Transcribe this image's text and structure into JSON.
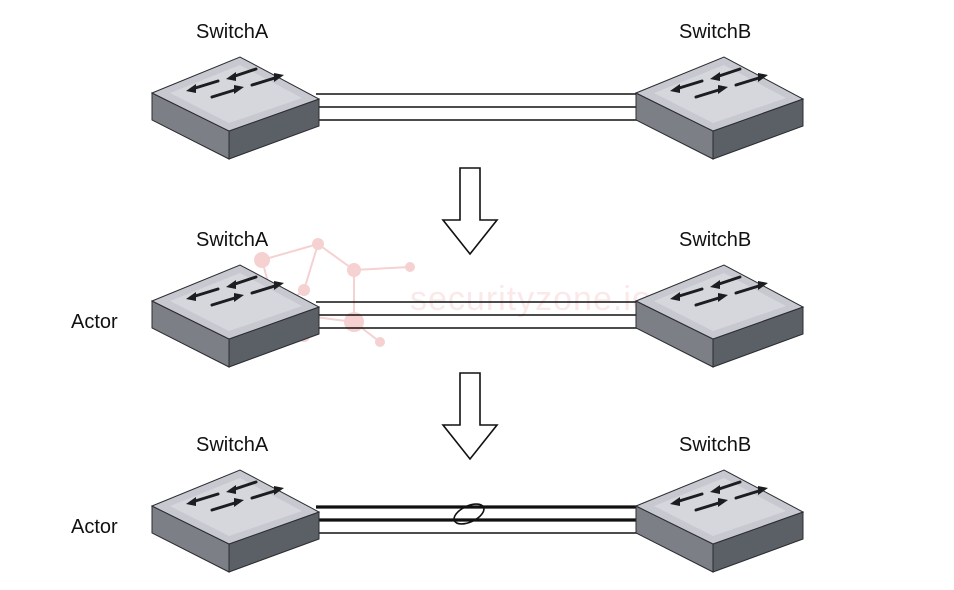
{
  "rows": [
    {
      "left_label": "SwitchA",
      "right_label": "SwitchB",
      "side_label": "",
      "links": [
        "thin",
        "thin",
        "thin"
      ],
      "bundle_marker": false
    },
    {
      "left_label": "SwitchA",
      "right_label": "SwitchB",
      "side_label": "Actor",
      "links": [
        "thin",
        "thin",
        "thin"
      ],
      "bundle_marker": false
    },
    {
      "left_label": "SwitchA",
      "right_label": "SwitchB",
      "side_label": "Actor",
      "links": [
        "thick",
        "thick",
        "thin"
      ],
      "bundle_marker": true
    }
  ],
  "watermark": {
    "text": "securityzone.io"
  },
  "colors": {
    "switch_top": "#c8c9d0",
    "switch_side_left": "#7c7f86",
    "switch_side_right": "#5b5f66",
    "arrow_stroke": "#111111",
    "watermark": "#f2b8b8"
  },
  "icons": [
    "network-switch-icon",
    "down-arrow-icon"
  ]
}
